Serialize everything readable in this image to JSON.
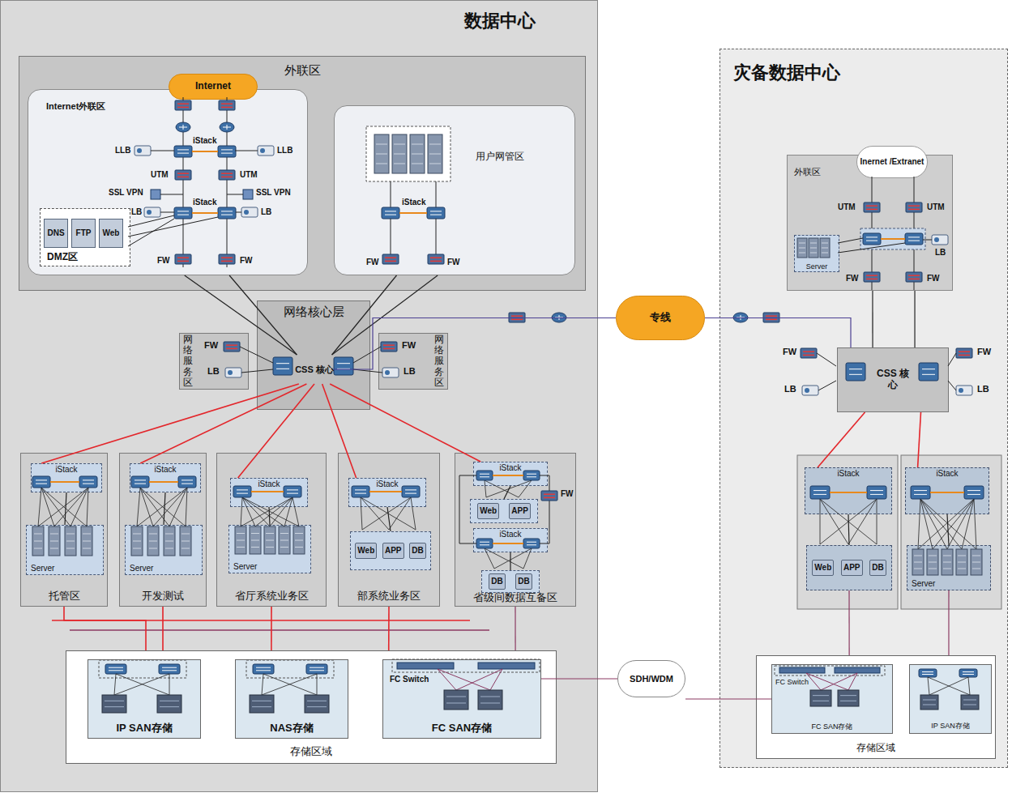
{
  "diagram": {
    "nodes": [
      {
        "text": [
          "数据中心"
        ]
      },
      {
        "text": [
          "外联区"
        ],
        "in": 0
      },
      {
        "text": [
          "Internet外联区"
        ],
        "in": 1
      },
      {
        "text": [
          "Internet"
        ],
        "in": 2
      },
      {
        "text": [
          "DMZ区"
        ],
        "in": 2
      },
      {
        "text": [
          "DNS"
        ],
        "in": 4
      },
      {
        "text": [
          "FTP"
        ],
        "in": 4
      },
      {
        "text": [
          "Web"
        ],
        "in": 4
      },
      {
        "text": [
          "用户网管区"
        ],
        "in": 1
      },
      {
        "text": [
          "网络核心层"
        ],
        "in": 0
      },
      {
        "text": [
          "CSS 核心"
        ],
        "in": 9
      },
      {
        "text": [
          "网络服务区"
        ],
        "in": 0
      },
      {
        "text": [
          "网络服务区"
        ],
        "in": 0
      },
      {
        "text": [
          "托管区"
        ],
        "in": 0
      },
      {
        "text": [
          "iStack"
        ],
        "in": 13
      },
      {
        "text": [
          "Server"
        ],
        "in": 13
      },
      {
        "text": [
          "开发测试"
        ],
        "in": 0
      },
      {
        "text": [
          "iStack"
        ],
        "in": 16
      },
      {
        "text": [
          "Server"
        ],
        "in": 16
      },
      {
        "text": [
          "省厅系统业务区"
        ],
        "in": 0
      },
      {
        "text": [
          "iStack"
        ],
        "in": 19
      },
      {
        "text": [
          "Server"
        ],
        "in": 19
      },
      {
        "text": [
          "部系统业务区"
        ],
        "in": 0
      },
      {
        "text": [
          "iStack"
        ],
        "in": 22
      },
      {
        "text": [
          "Web",
          "APP",
          "DB"
        ],
        "in": 22
      },
      {
        "text": [
          "省级间数据互备区"
        ],
        "in": 0
      },
      {
        "text": [
          "iStack"
        ],
        "in": 25
      },
      {
        "text": [
          "Web",
          "APP"
        ],
        "in": 25
      },
      {
        "text": [
          "iStack"
        ],
        "in": 25
      },
      {
        "text": [
          "DB",
          "DB"
        ],
        "in": 25
      },
      {
        "text": [
          "存储区域"
        ],
        "in": 0
      },
      {
        "text": [
          "IP SAN存储"
        ],
        "in": 30
      },
      {
        "text": [
          "NAS存储"
        ],
        "in": 30
      },
      {
        "text": [
          "FC Switch",
          "FC SAN存储"
        ],
        "in": 30
      },
      {
        "text": [
          "专线"
        ]
      },
      {
        "text": [
          "SDH/WDM"
        ]
      },
      {
        "text": [
          "灾备数据中心"
        ]
      },
      {
        "text": [
          "外联区"
        ],
        "in": 36
      },
      {
        "text": [
          "Inernet /Extranet"
        ],
        "in": 37
      },
      {
        "text": [
          "Server"
        ],
        "in": 37
      },
      {
        "text": [
          "CSS 核心"
        ],
        "in": 36
      },
      {
        "text": [
          "iStack"
        ],
        "in": 36
      },
      {
        "text": [
          "Web",
          "APP",
          "DB"
        ],
        "in": 36
      },
      {
        "text": [
          "iStack"
        ],
        "in": 36
      },
      {
        "text": [
          "Server"
        ],
        "in": 36
      },
      {
        "text": [
          "存储区域"
        ],
        "in": 36
      },
      {
        "text": [
          "FC Switch",
          "FC SAN存储"
        ],
        "in": 45
      },
      {
        "text": [
          "IP SAN存储"
        ],
        "in": 45
      }
    ],
    "edges": [
      {
        "from": 2,
        "to": 10,
        "arrow": "none"
      },
      {
        "from": 2,
        "to": 10,
        "arrow": "none"
      },
      {
        "from": 8,
        "to": 10,
        "arrow": "none"
      },
      {
        "from": 8,
        "to": 10,
        "arrow": "none"
      },
      {
        "from": 10,
        "to": 34,
        "arrow": "none"
      },
      {
        "from": 34,
        "to": 40,
        "arrow": "none"
      },
      {
        "from": 37,
        "to": 40,
        "arrow": "none"
      },
      {
        "from": 37,
        "to": 40,
        "arrow": "none"
      },
      {
        "from": 10,
        "to": 14,
        "arrow": "none"
      },
      {
        "from": 10,
        "to": 17,
        "arrow": "none"
      },
      {
        "from": 10,
        "to": 20,
        "arrow": "none"
      },
      {
        "from": 10,
        "to": 23,
        "arrow": "none"
      },
      {
        "from": 10,
        "to": 26,
        "arrow": "none"
      },
      {
        "from": 14,
        "to": 15,
        "arrow": "none"
      },
      {
        "from": 17,
        "to": 18,
        "arrow": "none"
      },
      {
        "from": 20,
        "to": 21,
        "arrow": "none"
      },
      {
        "from": 23,
        "to": 24,
        "arrow": "none"
      },
      {
        "from": 26,
        "to": 27,
        "arrow": "none"
      },
      {
        "from": 28,
        "to": 29,
        "arrow": "none"
      },
      {
        "from": 13,
        "to": 30,
        "arrow": "none"
      },
      {
        "from": 16,
        "to": 30,
        "arrow": "none"
      },
      {
        "from": 19,
        "to": 30,
        "arrow": "none"
      },
      {
        "from": 22,
        "to": 30,
        "arrow": "none"
      },
      {
        "from": 25,
        "to": 30,
        "arrow": "none"
      },
      {
        "from": 33,
        "to": 35,
        "arrow": "none"
      },
      {
        "from": 35,
        "to": 46,
        "arrow": "none"
      },
      {
        "from": 40,
        "to": 41,
        "arrow": "none"
      },
      {
        "from": 40,
        "to": 43,
        "arrow": "none"
      },
      {
        "from": 41,
        "to": 42,
        "arrow": "none"
      },
      {
        "from": 43,
        "to": 44,
        "arrow": "none"
      },
      {
        "from": 42,
        "to": 45,
        "arrow": "none"
      },
      {
        "from": 44,
        "to": 45,
        "arrow": "none"
      }
    ],
    "labels": [
      "LLB",
      "iStack",
      "LLB",
      "UTM",
      "UTM",
      "SSL VPN",
      "SSL VPN",
      "LB",
      "iStack",
      "LB",
      "FW",
      "FW",
      "iStack",
      "FW",
      "FW",
      "FW",
      "LB",
      "FW",
      "LB",
      "FW",
      "UTM",
      "UTM",
      "LB",
      "FW",
      "FW",
      "FW",
      "LB",
      "FW",
      "LB"
    ]
  }
}
